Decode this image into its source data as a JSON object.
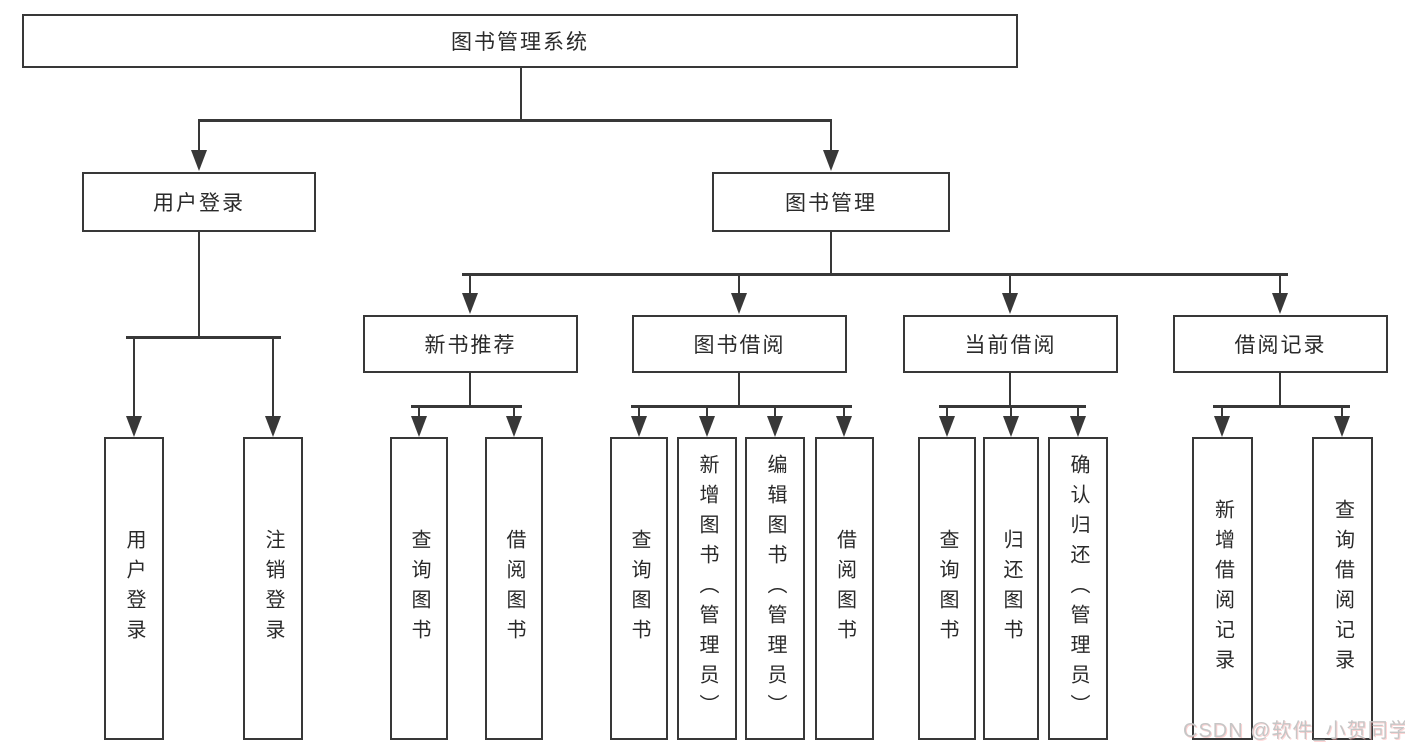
{
  "tree": {
    "root": "图书管理系统",
    "login": {
      "label": "用户登录",
      "leaves": [
        "用户登录",
        "注销登录"
      ]
    },
    "mgmt": {
      "label": "图书管理",
      "sections": [
        {
          "label": "新书推荐",
          "leaves": [
            "查询图书",
            "借阅图书"
          ]
        },
        {
          "label": "图书借阅",
          "leaves": [
            "查询图书",
            "新增图书（管理员）",
            "编辑图书（管理员）",
            "借阅图书"
          ]
        },
        {
          "label": "当前借阅",
          "leaves": [
            "查询图书",
            "归还图书",
            "确认归还（管理员）"
          ]
        },
        {
          "label": "借阅记录",
          "leaves": [
            "新增借阅记录",
            "查询借阅记录"
          ]
        }
      ]
    }
  },
  "watermark": "CSDN @软件_小贺同学"
}
